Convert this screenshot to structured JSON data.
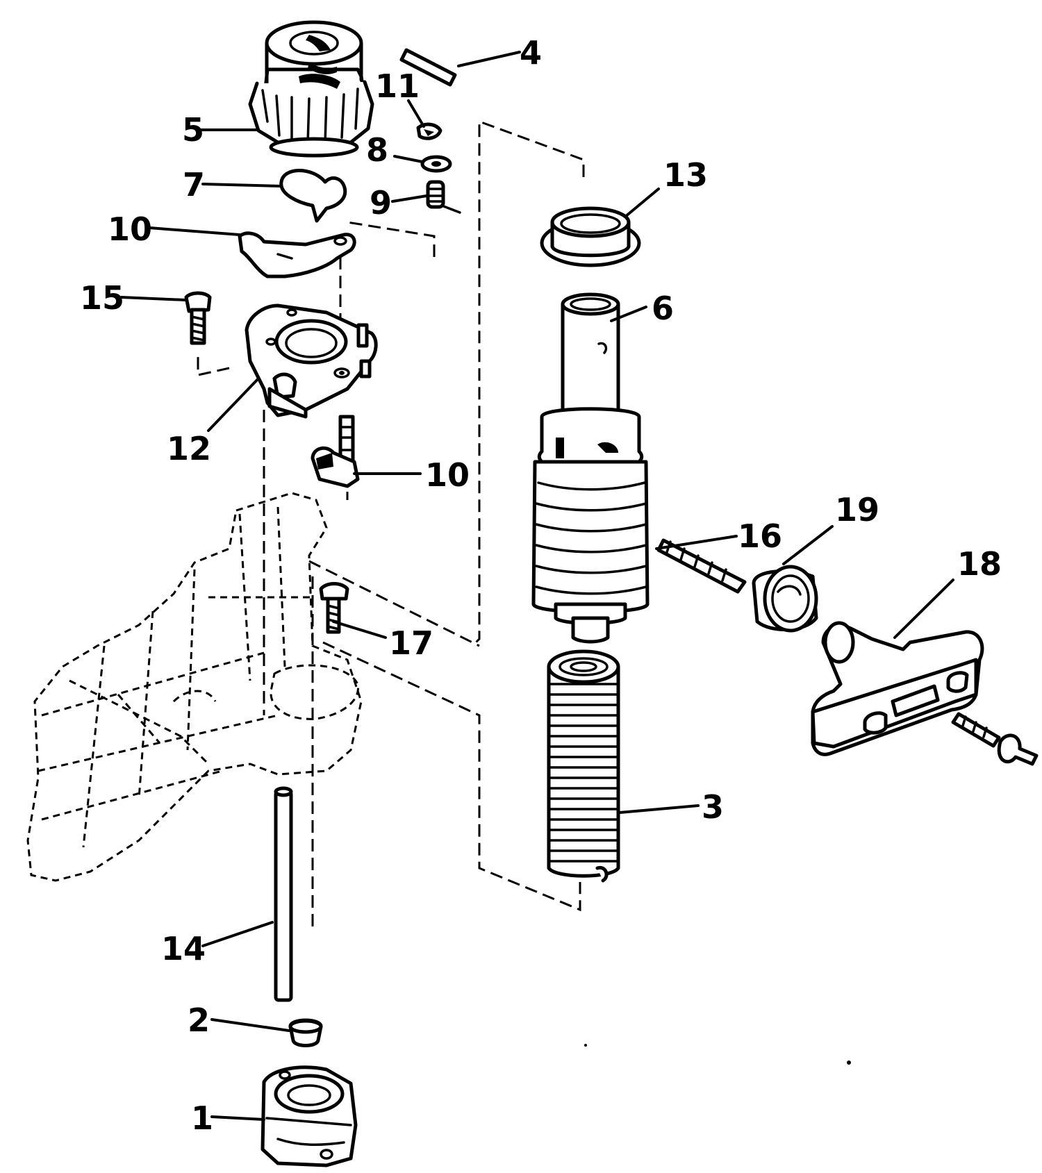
{
  "diagram": {
    "callouts": {
      "c1": "1",
      "c2": "2",
      "c3": "3",
      "c4": "4",
      "c5": "5",
      "c6": "6",
      "c7": "7",
      "c8": "8",
      "c9": "9",
      "c10a": "10",
      "c10b": "10",
      "c11": "11",
      "c12": "12",
      "c13": "13",
      "c14": "14",
      "c15": "15",
      "c16": "16",
      "c17": "17",
      "c18": "18",
      "c19": "19"
    }
  }
}
